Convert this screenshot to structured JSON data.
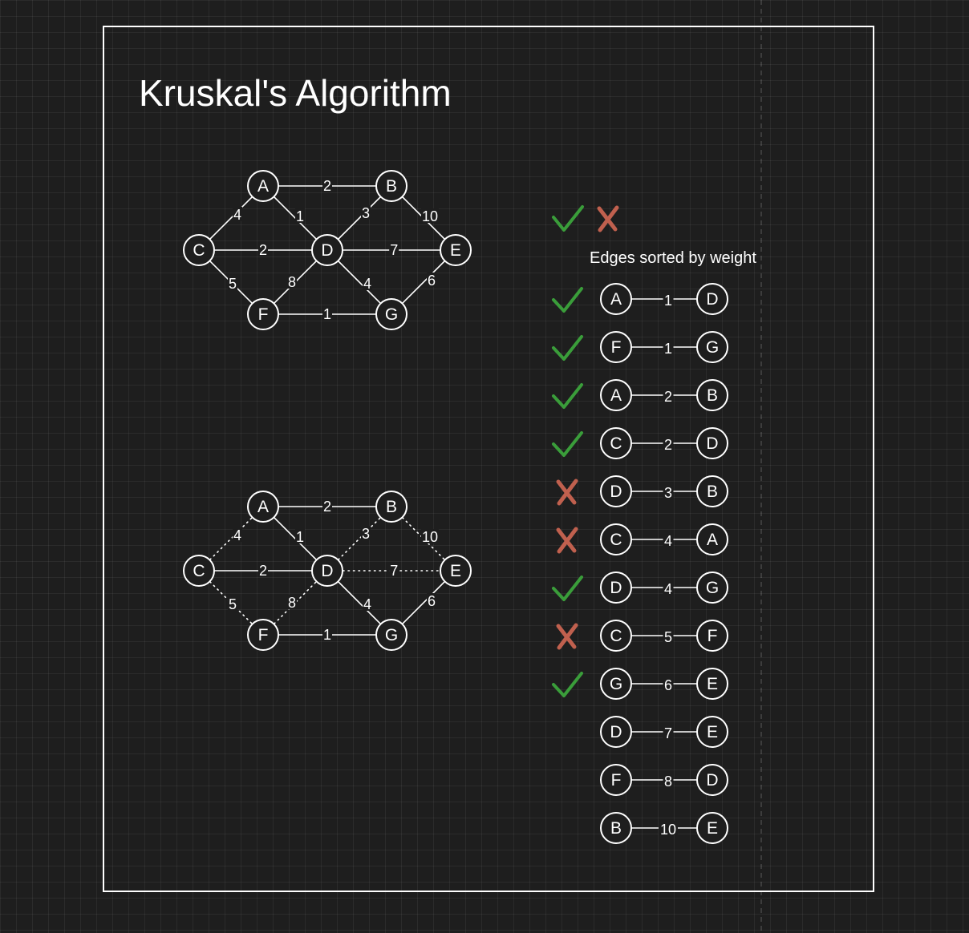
{
  "title": "Kruskal's Algorithm",
  "legend": {
    "accepted_icon": "check-icon",
    "rejected_icon": "cross-icon"
  },
  "sorted_label": "Edges sorted by weight",
  "colors": {
    "accepted": "#3a9d3a",
    "rejected": "#c0604e",
    "stroke": "#ffffff",
    "background": "#1e1e1e"
  },
  "nodes": [
    "A",
    "B",
    "C",
    "D",
    "E",
    "F",
    "G"
  ],
  "graph_edges": [
    {
      "from": "A",
      "to": "B",
      "weight": "2"
    },
    {
      "from": "C",
      "to": "A",
      "weight": "4"
    },
    {
      "from": "A",
      "to": "D",
      "weight": "1"
    },
    {
      "from": "D",
      "to": "B",
      "weight": "3"
    },
    {
      "from": "B",
      "to": "E",
      "weight": "10"
    },
    {
      "from": "C",
      "to": "D",
      "weight": "2"
    },
    {
      "from": "D",
      "to": "E",
      "weight": "7"
    },
    {
      "from": "C",
      "to": "F",
      "weight": "5"
    },
    {
      "from": "F",
      "to": "D",
      "weight": "8"
    },
    {
      "from": "D",
      "to": "G",
      "weight": "4"
    },
    {
      "from": "G",
      "to": "E",
      "weight": "6"
    },
    {
      "from": "F",
      "to": "G",
      "weight": "1"
    }
  ],
  "sorted_edges": [
    {
      "from": "A",
      "weight": "1",
      "to": "D",
      "status": "accepted"
    },
    {
      "from": "F",
      "weight": "1",
      "to": "G",
      "status": "accepted"
    },
    {
      "from": "A",
      "weight": "2",
      "to": "B",
      "status": "accepted"
    },
    {
      "from": "C",
      "weight": "2",
      "to": "D",
      "status": "accepted"
    },
    {
      "from": "D",
      "weight": "3",
      "to": "B",
      "status": "rejected"
    },
    {
      "from": "C",
      "weight": "4",
      "to": "A",
      "status": "rejected"
    },
    {
      "from": "D",
      "weight": "4",
      "to": "G",
      "status": "accepted"
    },
    {
      "from": "C",
      "weight": "5",
      "to": "F",
      "status": "rejected"
    },
    {
      "from": "G",
      "weight": "6",
      "to": "E",
      "status": "accepted"
    },
    {
      "from": "D",
      "weight": "7",
      "to": "E",
      "status": "none"
    },
    {
      "from": "F",
      "weight": "8",
      "to": "D",
      "status": "none"
    },
    {
      "from": "B",
      "weight": "10",
      "to": "E",
      "status": "none"
    }
  ]
}
